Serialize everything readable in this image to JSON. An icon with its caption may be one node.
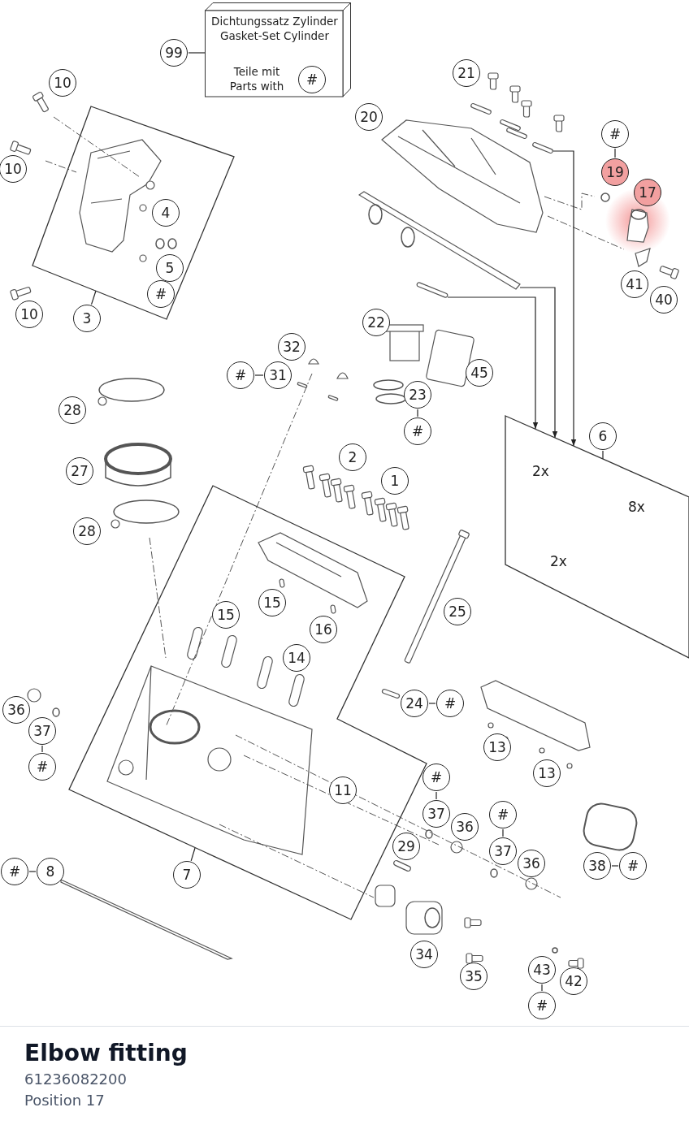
{
  "diagram": {
    "title": "Elbow fitting",
    "nodes": [
      {
        "text": [
          "Dichtungssatz Zylinder Gasket-Set Cylinder",
          "Teile mit Parts with"
        ]
      },
      {
        "text": [
          "#"
        ],
        "in": 0
      },
      {
        "text": [
          "99"
        ]
      },
      {
        "text": [
          "10"
        ]
      },
      {
        "text": [
          "21"
        ]
      },
      {
        "text": [
          "20"
        ]
      },
      {
        "text": [
          "#"
        ]
      },
      {
        "text": [
          "19"
        ]
      },
      {
        "text": [
          "17"
        ]
      },
      {
        "text": [
          "10"
        ]
      },
      {
        "text": [],
        "shape": "box"
      },
      {
        "text": [
          "4"
        ],
        "in": 10
      },
      {
        "text": [
          "5"
        ],
        "in": 10
      },
      {
        "text": [
          "#"
        ],
        "in": 10
      },
      {
        "text": [
          "41"
        ]
      },
      {
        "text": [
          "40"
        ]
      },
      {
        "text": [
          "10"
        ]
      },
      {
        "text": [
          "3"
        ]
      },
      {
        "text": [
          "22"
        ]
      },
      {
        "text": [
          "32"
        ]
      },
      {
        "text": [
          "#"
        ]
      },
      {
        "text": [
          "31"
        ]
      },
      {
        "text": [
          "45"
        ]
      },
      {
        "text": [
          "23"
        ]
      },
      {
        "text": [
          "#"
        ]
      },
      {
        "text": [
          "28"
        ]
      },
      {
        "text": [],
        "shape": "box"
      },
      {
        "text": [
          "6"
        ]
      },
      {
        "text": [
          "2"
        ]
      },
      {
        "text": [
          "1"
        ]
      },
      {
        "text": [
          "27"
        ]
      },
      {
        "text": [],
        "shape": "box"
      },
      {
        "text": [
          "28"
        ]
      },
      {
        "text": [
          "15"
        ],
        "in": 31
      },
      {
        "text": [
          "15"
        ],
        "in": 31
      },
      {
        "text": [
          "16"
        ],
        "in": 31
      },
      {
        "text": [
          "14"
        ],
        "in": 31
      },
      {
        "text": [
          "25"
        ]
      },
      {
        "text": [
          "24"
        ]
      },
      {
        "text": [
          "#"
        ]
      },
      {
        "text": [
          "36"
        ]
      },
      {
        "text": [
          "37"
        ]
      },
      {
        "text": [
          "#"
        ]
      },
      {
        "text": [
          "13"
        ]
      },
      {
        "text": [
          "13"
        ]
      },
      {
        "text": [
          "#"
        ]
      },
      {
        "text": [
          "11"
        ],
        "in": 31
      },
      {
        "text": [
          "37"
        ]
      },
      {
        "text": [
          "36"
        ]
      },
      {
        "text": [
          "#"
        ]
      },
      {
        "text": [
          "29"
        ]
      },
      {
        "text": [
          "37"
        ]
      },
      {
        "text": [
          "36"
        ]
      },
      {
        "text": [
          "38"
        ]
      },
      {
        "text": [
          "#"
        ]
      },
      {
        "text": [
          "#"
        ]
      },
      {
        "text": [
          "8"
        ]
      },
      {
        "text": [
          "7"
        ]
      },
      {
        "text": [
          "34"
        ]
      },
      {
        "text": [
          "43"
        ]
      },
      {
        "text": [
          "35"
        ]
      },
      {
        "text": [
          "42"
        ]
      },
      {
        "text": [
          "#"
        ]
      },
      {
        "text": [],
        "shape": "bar"
      },
      {
        "text": [],
        "shape": "picture"
      },
      {
        "text": [],
        "shape": "bar"
      }
    ],
    "edges": [
      {
        "from": 2,
        "to": 0,
        "arrow": "none"
      },
      {
        "from": 6,
        "to": 7,
        "arrow": "none"
      },
      {
        "from": 20,
        "to": 21,
        "arrow": "none"
      },
      {
        "from": 23,
        "to": 24,
        "arrow": "none"
      },
      {
        "from": 17,
        "to": 10,
        "arrow": "none"
      },
      {
        "from": 27,
        "to": 26,
        "arrow": "none"
      },
      {
        "from": 57,
        "to": 31,
        "arrow": "none"
      },
      {
        "from": 41,
        "to": 42,
        "arrow": "none"
      },
      {
        "from": 38,
        "to": 39,
        "arrow": "none"
      },
      {
        "from": 45,
        "to": 47,
        "arrow": "none"
      },
      {
        "from": 49,
        "to": 51,
        "arrow": "none"
      },
      {
        "from": 53,
        "to": 54,
        "arrow": "none"
      },
      {
        "from": 55,
        "to": 56,
        "arrow": "none"
      },
      {
        "from": 59,
        "to": 62,
        "arrow": "none"
      },
      {
        "from": 63,
        "to": 26,
        "arrow": "to"
      },
      {
        "from": 64,
        "to": 26,
        "arrow": "to"
      },
      {
        "from": 65,
        "to": 26,
        "arrow": "to"
      }
    ],
    "labels": [
      "2x",
      "8x",
      "2x",
      "61236082200",
      "Position 17"
    ]
  }
}
